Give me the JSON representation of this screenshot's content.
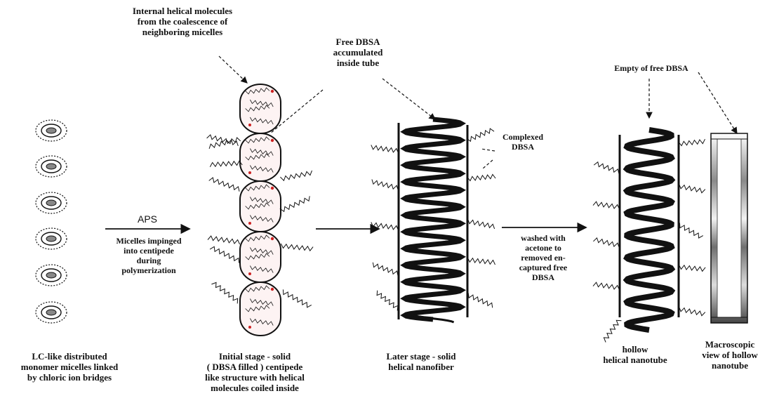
{
  "annotations": {
    "internal_helical": "Internal helical molecules\nfrom the coalescence of\nneighboring micelles",
    "free_dbsa": "Free DBSA\naccumulated\ninside tube",
    "complexed_dbsa": "Complexed\nDBSA",
    "empty_free_dbsa": "Empty of free DBSA"
  },
  "arrows": {
    "aps": "APS",
    "micelles_impinged": "Micelles impinged\ninto centipede\nduring\npolymerization",
    "washed": "washed with\nacetone to\nremoved en-\ncaptured free\nDBSA"
  },
  "stages": {
    "stage1": "LC-like distributed\nmonomer micelles linked\nby chloric ion bridges",
    "stage2": "Initial stage - solid\n( DBSA filled ) centipede\nlike structure with helical\nmolecules coiled inside",
    "stage3": "Later stage - solid\nhelical nanofiber",
    "stage4": "hollow\nhelical nanotube",
    "stage5": "Macroscopic\nview of hollow\nnanotube"
  },
  "colors": {
    "ink": "#111111",
    "dye": "#cc2222"
  }
}
